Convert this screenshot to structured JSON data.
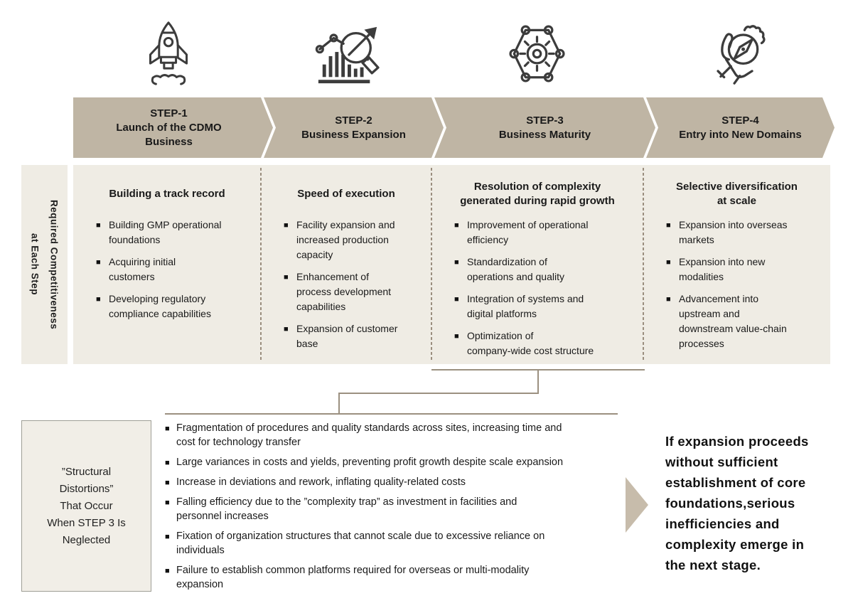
{
  "palette": {
    "arrow_tan": "#bfb5a4",
    "panel_beige": "#efece4",
    "box_beige": "#f1eee7",
    "connector_brown": "#9b9080",
    "triangle_tan": "#c7bcab",
    "text_dark": "#1a1a1a"
  },
  "sidebar": {
    "label": "Required Competitiveness\nat Each Step"
  },
  "steps": [
    {
      "id": "STEP-1",
      "title": "Launch of the CDMO\nBusiness",
      "icon": "rocket-icon",
      "heading": "Building a track record",
      "bullets": [
        "Building GMP operational\nfoundations",
        "Acquiring initial\ncustomers",
        "Developing regulatory\ncompliance capabilities"
      ]
    },
    {
      "id": "STEP-2",
      "title": "Business Expansion",
      "icon": "chart-magnifier-icon",
      "heading": "Speed of execution",
      "bullets": [
        "Facility expansion and\nincreased production\ncapacity",
        "Enhancement of\nprocess development\ncapabilities",
        "Expansion of customer\nbase"
      ]
    },
    {
      "id": "STEP-3",
      "title": "Business Maturity",
      "icon": "hexagon-gear-icon",
      "heading": "Resolution of complexity\ngenerated during rapid growth",
      "bullets": [
        "Improvement of operational\nefficiency",
        "Standardization of\noperations and quality",
        "Integration of systems and\ndigital platforms",
        "Optimization of\ncompany-wide cost structure"
      ]
    },
    {
      "id": "STEP-4",
      "title": "Entry into New Domains",
      "icon": "hand-compass-icon",
      "heading": "Selective diversification\nat scale",
      "bullets": [
        "Expansion into overseas\nmarkets",
        "Expansion into new\nmodalities",
        "Advancement into\nupstream and\ndownstream value-chain\nprocesses"
      ]
    }
  ],
  "distortions": {
    "label": "”Structural\nDistortions”\nThat Occur\nWhen STEP 3 Is\nNeglected",
    "bullets": [
      "Fragmentation of procedures and quality standards across sites, increasing time and\ncost for technology transfer",
      "Large variances in costs and yields, preventing profit growth despite scale expansion",
      "Increase in deviations and rework, inflating quality-related costs",
      "Falling efficiency due to the ”complexity trap” as investment in facilities and\npersonnel increases",
      "Fixation of organization structures that cannot scale due to excessive reliance on\nindividuals",
      "Failure to establish common platforms required for overseas or multi-modality\nexpansion"
    ]
  },
  "outcome": {
    "text": "If expansion proceeds\nwithout sufficient\nestablishment of core\nfoundations,serious\ninefficiencies and\ncomplexity emerge in\nthe next stage."
  }
}
